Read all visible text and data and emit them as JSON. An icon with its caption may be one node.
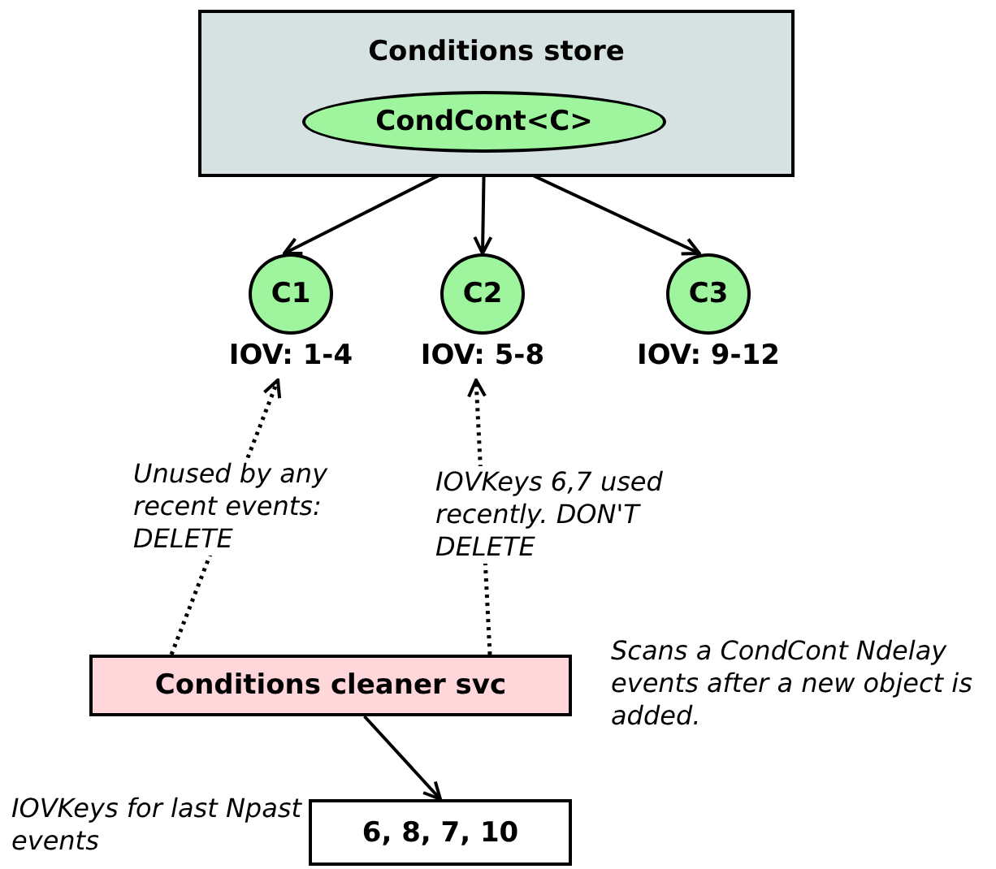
{
  "diagram": {
    "nodes": [
      {
        "text": [
          "Conditions store"
        ]
      },
      {
        "text": [
          "CondCont<C>"
        ],
        "in": 0
      },
      {
        "text": [
          "C1"
        ],
        "beside": [
          "IOV: 1-4"
        ]
      },
      {
        "text": [
          "C2"
        ],
        "beside": [
          "IOV: 5-8"
        ]
      },
      {
        "text": [
          "C3"
        ],
        "beside": [
          "IOV: 9-12"
        ]
      },
      {
        "text": [
          "Conditions cleaner svc"
        ],
        "beside": [
          "Scans a CondCont Ndelay events after a new object is added."
        ]
      },
      {
        "text": [
          "6, 8, 7, 10"
        ],
        "beside": [
          "IOVKeys for last Npast events"
        ]
      }
    ],
    "edges": [
      {
        "from": 1,
        "to": 2,
        "arrow": "to"
      },
      {
        "from": 1,
        "to": 3,
        "arrow": "to"
      },
      {
        "from": 1,
        "to": 4,
        "arrow": "to"
      },
      {
        "from": 5,
        "to": 2,
        "arrow": "to",
        "style": "dashed",
        "label": "Unused by any recent events: DELETE"
      },
      {
        "from": 5,
        "to": 3,
        "arrow": "to",
        "style": "dashed",
        "label": "IOVKeys 6,7 used recently. DON'T DELETE"
      },
      {
        "from": 5,
        "to": 6,
        "arrow": "to"
      }
    ]
  }
}
